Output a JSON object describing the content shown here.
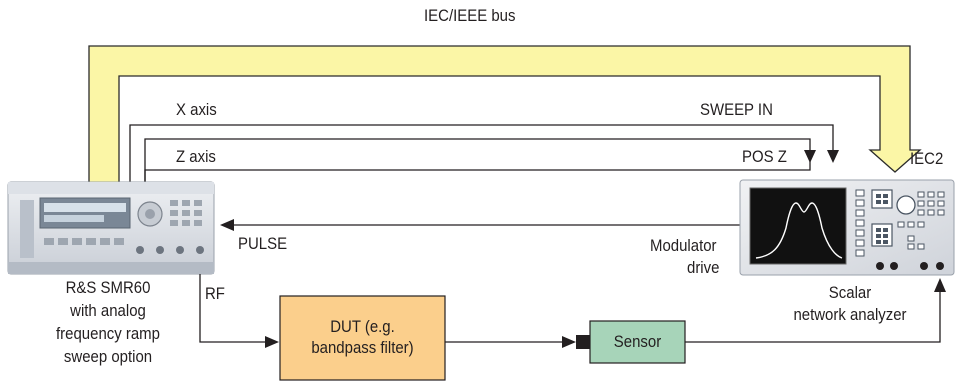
{
  "labels": {
    "bus": "IEC/IEEE bus",
    "x_axis": "X axis",
    "sweep_in": "SWEEP IN",
    "z_axis": "Z axis",
    "pos_z": "POS Z",
    "iec2": "IEC2",
    "pulse": "PULSE",
    "modulator_drive_1": "Modulator",
    "modulator_drive_2": "drive",
    "rf": "RF"
  },
  "generator": {
    "caption_lines": [
      "R&S SMR60",
      "with analog",
      "frequency ramp",
      "sweep option"
    ]
  },
  "analyzer": {
    "caption_lines": [
      "Scalar",
      "network analyzer"
    ]
  },
  "dut": {
    "lines": [
      "DUT (e.g.",
      "bandpass filter)"
    ]
  },
  "sensor": {
    "label": "Sensor"
  },
  "colors": {
    "bus_fill": "#fbf6a6",
    "bus_stroke": "#2b2b2b",
    "dut_fill": "#fbcf8c",
    "sensor_fill": "#a7d4b9",
    "line": "#231f20"
  }
}
